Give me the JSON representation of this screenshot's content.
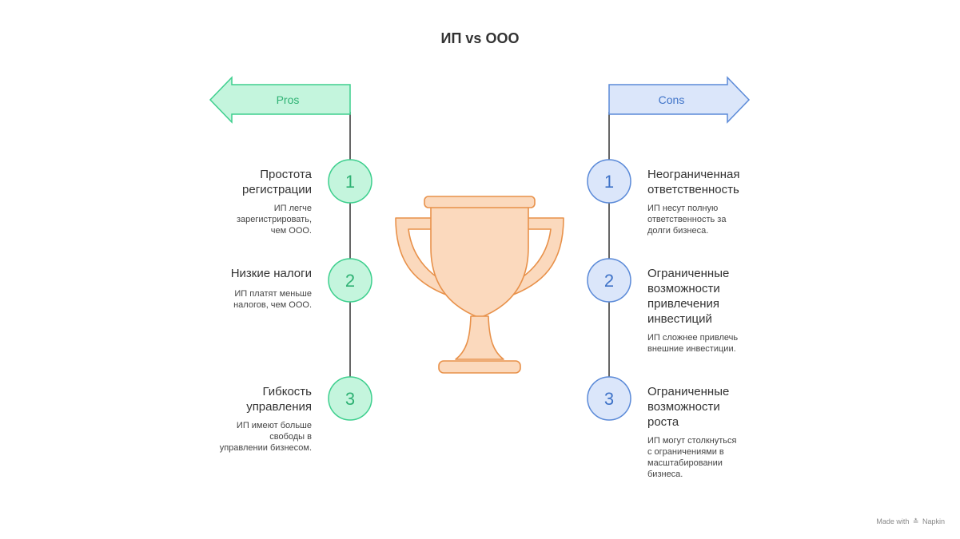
{
  "title": "ИП vs ООО",
  "pros": {
    "label": "Pros",
    "color_fill": "#c4f5dd",
    "color_stroke": "#3ecf8e",
    "items": [
      {
        "number": "1",
        "title": "Простота регистрации",
        "title_lines": [
          "Простота",
          "регистрации"
        ],
        "description_lines": [
          "ИП легче",
          "зарегистрировать,",
          "чем ООО."
        ]
      },
      {
        "number": "2",
        "title": "Низкие налоги",
        "title_lines": [
          "Низкие налоги"
        ],
        "description_lines": [
          "ИП платят меньше",
          "налогов, чем ООО."
        ]
      },
      {
        "number": "3",
        "title": "Гибкость управления",
        "title_lines": [
          "Гибкость",
          "управления"
        ],
        "description_lines": [
          "ИП имеют больше",
          "свободы в",
          "управлении бизнесом."
        ]
      }
    ]
  },
  "cons": {
    "label": "Cons",
    "color_fill": "#dbe6fa",
    "color_stroke": "#5b8ad8",
    "items": [
      {
        "number": "1",
        "title": "Неограниченная ответственность",
        "title_lines": [
          "Неограниченная",
          "ответственность"
        ],
        "description_lines": [
          "ИП несут полную",
          "ответственность за",
          "долги бизнеса."
        ]
      },
      {
        "number": "2",
        "title": "Ограниченные возможности привлечения инвестиций",
        "title_lines": [
          "Ограниченные",
          "возможности",
          "привлечения",
          "инвестиций"
        ],
        "description_lines": [
          "ИП сложнее привлечь",
          "внешние инвестиции."
        ]
      },
      {
        "number": "3",
        "title": "Ограниченные возможности роста",
        "title_lines": [
          "Ограниченные",
          "возможности",
          "роста"
        ],
        "description_lines": [
          "ИП могут столкнуться",
          "с ограничениями в",
          "масштабировании",
          "бизнеса."
        ]
      }
    ]
  },
  "trophy": {
    "icon": "trophy-icon",
    "fill": "#fbd9bd",
    "stroke": "#e8914a"
  },
  "footer": {
    "prefix": "Made with",
    "brand": "Napkin"
  }
}
